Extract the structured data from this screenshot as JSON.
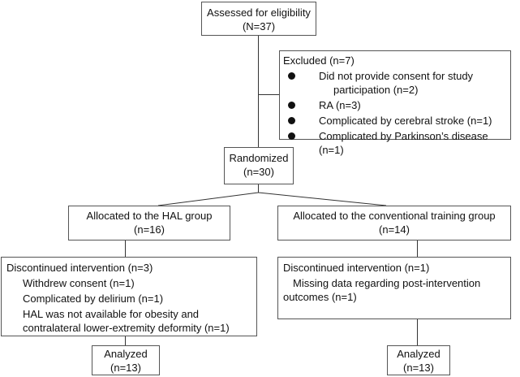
{
  "assessed": {
    "line1": "Assessed for eligibility",
    "line2": "(N=37)"
  },
  "excluded": {
    "title": "Excluded (n=7)",
    "items": [
      {
        "line1": "Did not provide consent for study",
        "line2": "participation (n=2)"
      },
      {
        "line1": "RA (n=3)"
      },
      {
        "line1": "Complicated by cerebral stroke (n=1)"
      },
      {
        "line1": "Complicated by Parkinson’s disease (n=1)"
      }
    ]
  },
  "randomized": {
    "line1": "Randomized",
    "line2": "(n=30)"
  },
  "hal": {
    "alloc": {
      "line1": "Allocated to the HAL group",
      "line2": "(n=16)"
    },
    "discontinued": {
      "title": "Discontinued intervention (n=3)",
      "lines": [
        "Withdrew consent (n=1)",
        "Complicated by delirium (n=1)",
        "HAL was not available for obesity and",
        "contralateral lower-extremity deformity (n=1)"
      ]
    },
    "analyzed": {
      "line1": "Analyzed",
      "line2": "(n=13)"
    }
  },
  "conventional": {
    "alloc": {
      "line1": "Allocated to the conventional training group",
      "line2": "(n=14)"
    },
    "discontinued": {
      "title": "Discontinued intervention (n=1)",
      "lines": [
        "Missing data regarding post-intervention",
        "outcomes (n=1)"
      ]
    },
    "analyzed": {
      "line1": "Analyzed",
      "line2": "(n=13)"
    }
  }
}
